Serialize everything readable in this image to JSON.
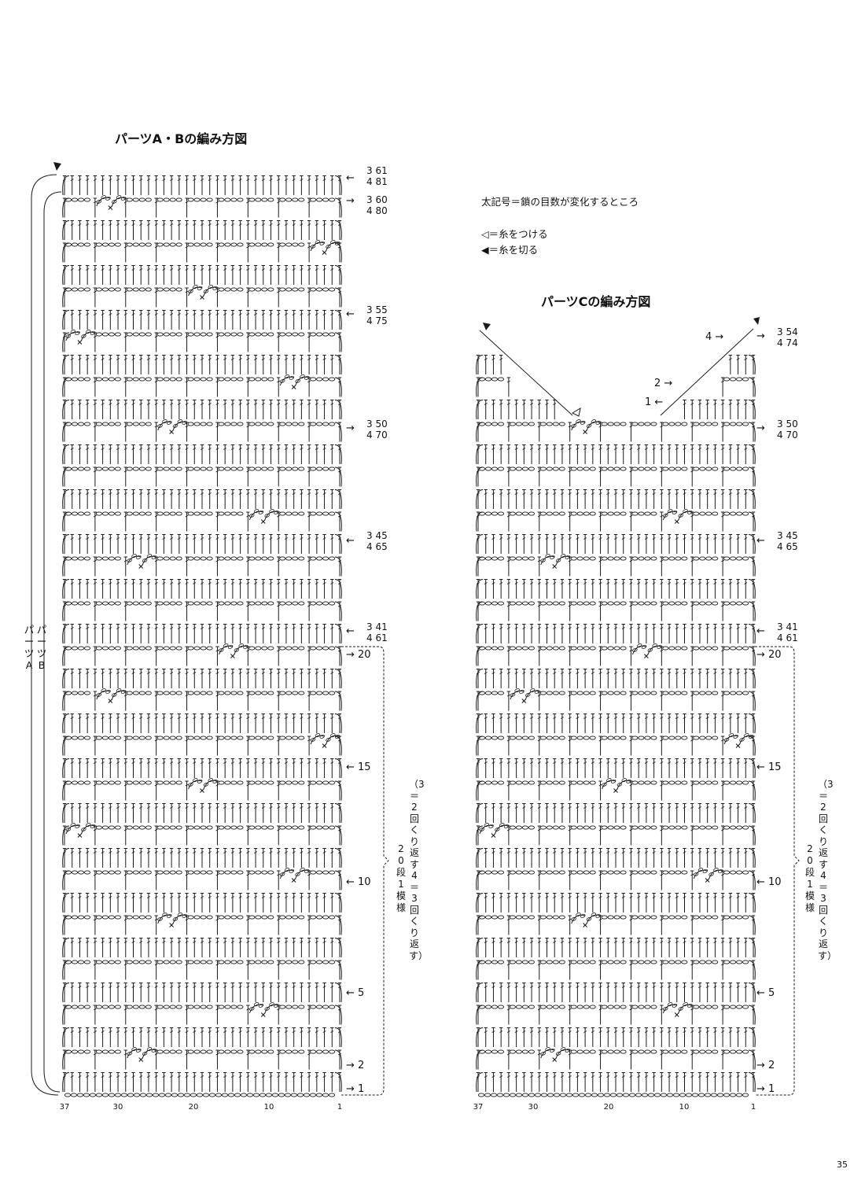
{
  "titles": {
    "ab": "パーツA・Bの編み方図",
    "c": "パーツCの編み方図"
  },
  "legend": {
    "bold_note": "太記号＝鎖の目数が変化するところ",
    "attach": "◁＝糸をつける",
    "cut": "◀＝糸を切る"
  },
  "page_number": "35",
  "side_labels": {
    "part_a": "パーツA",
    "part_b": "パーツB"
  },
  "repeat_note": {
    "main": "20段1模様",
    "detail": "（3＝2回くり返す 4＝3回くり返す）"
  },
  "x_labels": [
    "37",
    "30",
    "20",
    "10",
    "1"
  ],
  "row_arrows": {
    "left_pointing": [
      "15",
      "10",
      "5"
    ],
    "right_pointing": [
      "20",
      "2",
      "1"
    ]
  },
  "ab_row_labels": [
    {
      "l1": "3 61",
      "l2": "4 81"
    },
    {
      "l1": "3 60",
      "l2": "4 80"
    },
    {
      "l1": "3 55",
      "l2": "4 75"
    },
    {
      "l1": "3 50",
      "l2": "4 70"
    },
    {
      "l1": "3 45",
      "l2": "4 65"
    },
    {
      "l1": "3 41",
      "l2": "4 61"
    }
  ],
  "c_row_labels": [
    {
      "l1": "3 54",
      "l2": "4 74"
    },
    {
      "l1": "3 50",
      "l2": "4 70"
    },
    {
      "l1": "3 45",
      "l2": "4 65"
    },
    {
      "l1": "3 41",
      "l2": "4 61"
    }
  ],
  "c_shaping_steps": [
    "4",
    "2",
    "1"
  ],
  "stitch_counts": {
    "five": "5",
    "three": "3",
    "four": "4"
  },
  "colors": {
    "ink": "#1a1a1a",
    "background": "#ffffff"
  }
}
